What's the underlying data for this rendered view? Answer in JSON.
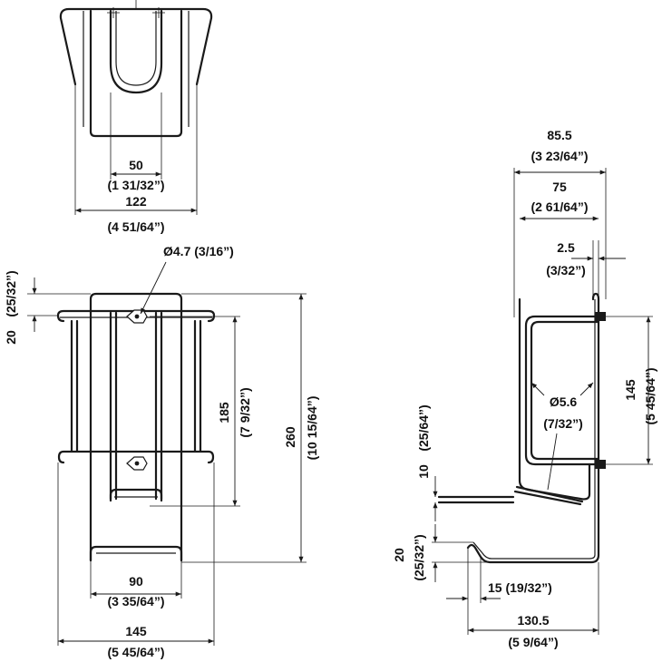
{
  "top_view": {
    "dim_inner": {
      "value": "50",
      "imperial": "(1 31/32”)"
    },
    "dim_outer": {
      "value": "122",
      "imperial": "(4 51/64”)"
    }
  },
  "front_view": {
    "hole": "Ø4.7 (3/16”)",
    "dim_hole_spacing": {
      "value": "185",
      "imperial": "(7 9/32”)"
    },
    "dim_height": {
      "value": "260",
      "imperial": "(10 15/64”)"
    },
    "dim_top_offset": {
      "value": "20",
      "imperial": "(25/32”)"
    },
    "dim_bottom_inner": {
      "value": "90",
      "imperial": "(3 35/64”)"
    },
    "dim_width": {
      "value": "145",
      "imperial": "(5 45/64”)"
    }
  },
  "side_view": {
    "dim_overall": {
      "value": "85.5",
      "imperial": "(3 23/64”)"
    },
    "dim_depth": {
      "value": "75",
      "imperial": "(2 61/64”)"
    },
    "dim_wire": {
      "value": "2.5",
      "imperial": "(3/32”)"
    },
    "dim_height": {
      "value": "145",
      "imperial": "(5 45/64”)"
    },
    "hole": {
      "value": "Ø5.6",
      "imperial": "(7/32”)"
    },
    "dim_shelf_gap": {
      "value": "10",
      "imperial": "(25/64”)"
    },
    "dim_lip": {
      "value": "20",
      "imperial": "(25/32”)"
    },
    "dim_lip_len": "15 (19/32”)",
    "dim_base": {
      "value": "130.5",
      "imperial": "(5 9/64”)"
    }
  }
}
